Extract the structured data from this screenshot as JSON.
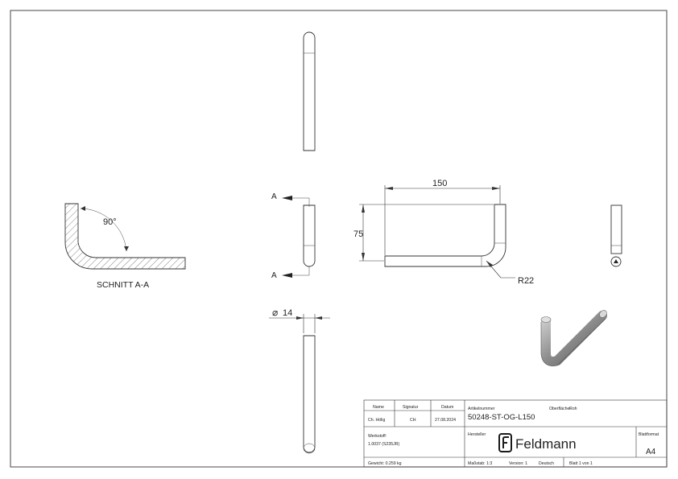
{
  "drawing": {
    "section_title": "SCHNITT A-A",
    "section_label_top": "A",
    "section_label_bottom": "A",
    "angle": "90°",
    "dim_length": "150",
    "dim_height": "75",
    "dim_radius": "R22",
    "dim_diameter": "14",
    "diameter_symbol": "⌀"
  },
  "title_block": {
    "col_name": "Name",
    "col_signatur": "Signatur",
    "col_datum": "Datum",
    "name_value": "Ch. Hölig",
    "signatur_value": "CH",
    "datum_value": "27.08.2024",
    "artikel_label": "Artikelnummer",
    "artikel_value": "50248-ST-OG-L150",
    "oberflaeche_label": "Oberfläche:",
    "oberflaeche_value": "Roh",
    "werkstoff_label": "Werkstoff:",
    "werkstoff_value": "1.0037 (S235JR)",
    "hersteller_label": "Hersteller",
    "brand_name": "Feldmann",
    "brand_icon": "feldmann-f-logo-icon",
    "blattformat_label": "Blattformat",
    "blattformat_value": "A4",
    "gewicht": "Gewicht: 0.259 kg",
    "massstab": "Maßstab: 1:3",
    "version": "Version: 1",
    "sprache": "Deutsch",
    "blatt": "Blatt 1 von 1"
  }
}
